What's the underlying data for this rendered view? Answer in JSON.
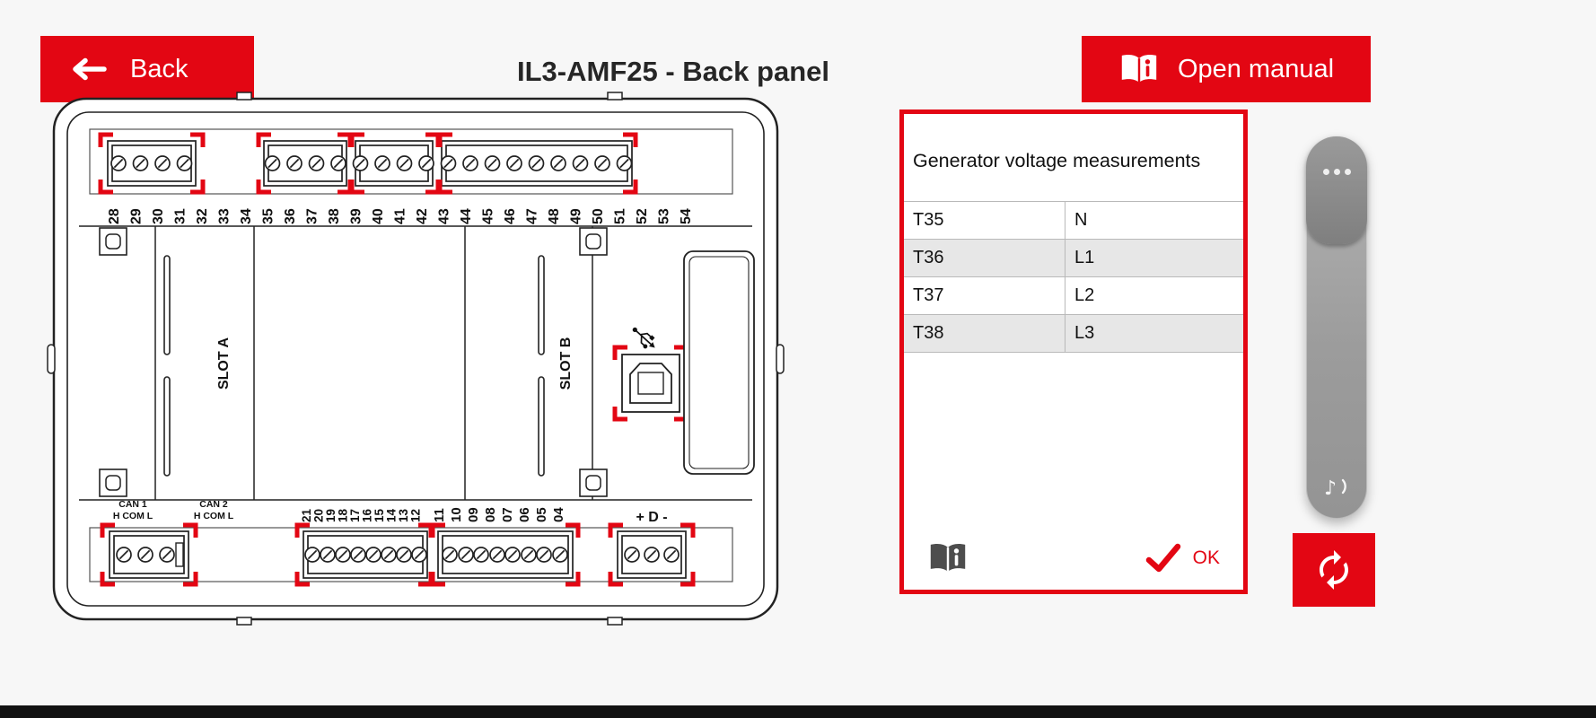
{
  "header": {
    "back_label": "Back",
    "title": "IL3-AMF25 - Back panel",
    "open_manual_label": "Open manual"
  },
  "diagram": {
    "slot_a_label": "SLOT A",
    "slot_b_label": "SLOT B",
    "can1_label": "CAN 1",
    "can1_pins_label": "H COM L",
    "can2_label": "CAN 2",
    "can2_pins_label": "H COM L",
    "d_terminal_label": "+ D -",
    "top_numbers": [
      "28",
      "29",
      "30",
      "31",
      "32",
      "33",
      "34",
      "35",
      "36",
      "37",
      "38",
      "39",
      "40",
      "41",
      "42",
      "43",
      "44",
      "45",
      "46",
      "47",
      "48",
      "49",
      "50",
      "51",
      "52",
      "53",
      "54"
    ],
    "bottom_numbers_left": [
      "21",
      "20",
      "19",
      "18",
      "17",
      "16",
      "15",
      "14",
      "13",
      "12"
    ],
    "bottom_numbers_right": [
      "11",
      "10",
      "09",
      "08",
      "07",
      "06",
      "05",
      "04"
    ]
  },
  "info_panel": {
    "title": "Generator voltage measurements",
    "rows": [
      {
        "terminal": "T35",
        "value": "N"
      },
      {
        "terminal": "T36",
        "value": "L1"
      },
      {
        "terminal": "T37",
        "value": "L2"
      },
      {
        "terminal": "T38",
        "value": "L3"
      }
    ],
    "ok_label": "OK"
  },
  "icons": {
    "sound_glyph": "♪"
  },
  "colors": {
    "accent_red": "#e30613",
    "row_alt_gray": "#e7e7e7",
    "bottom_bar": "#121212"
  }
}
